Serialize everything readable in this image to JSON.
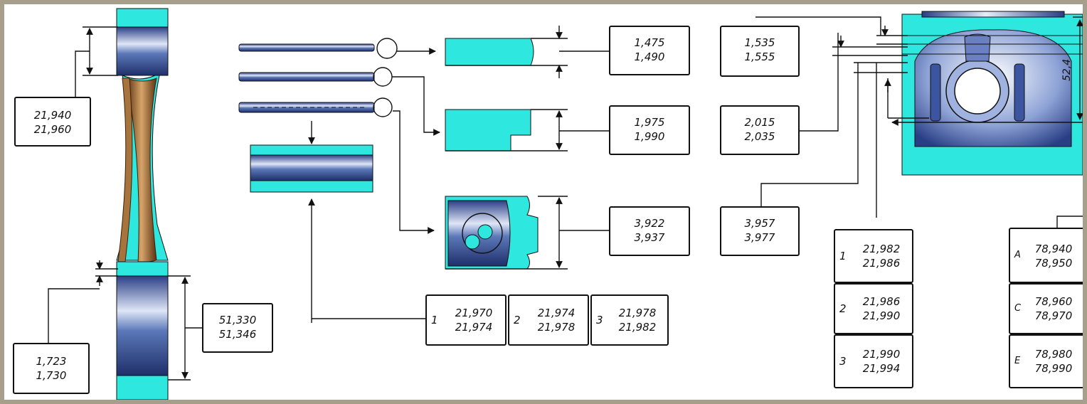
{
  "rod": {
    "small_end_bore": [
      "21,940",
      "21,960"
    ],
    "big_end_bore": [
      "51,330",
      "51,346"
    ],
    "big_end_width_gap": [
      "1,723",
      "1,730"
    ]
  },
  "rings": {
    "ring1_height": [
      "1,475",
      "1,490"
    ],
    "ring2_height": [
      "1,975",
      "1,990"
    ],
    "ring3_height": [
      "3,922",
      "3,937"
    ]
  },
  "pin_classes": [
    {
      "num": "1",
      "values": [
        "21,970",
        "21,974"
      ]
    },
    {
      "num": "2",
      "values": [
        "21,974",
        "21,978"
      ]
    },
    {
      "num": "3",
      "values": [
        "21,978",
        "21,982"
      ]
    }
  ],
  "grooves": {
    "groove1": [
      "1,535",
      "1,555"
    ],
    "groove2": [
      "2,015",
      "2,035"
    ],
    "groove3": [
      "3,957",
      "3,977"
    ]
  },
  "piston_pin_bore_classes": [
    {
      "num": "1",
      "values": [
        "21,982",
        "21,986"
      ]
    },
    {
      "num": "2",
      "values": [
        "21,986",
        "21,990"
      ]
    },
    {
      "num": "3",
      "values": [
        "21,990",
        "21,994"
      ]
    }
  ],
  "piston_diameter_classes": [
    {
      "num": "A",
      "values": [
        "78,940",
        "78,950"
      ]
    },
    {
      "num": "C",
      "values": [
        "78,960",
        "78,970"
      ]
    },
    {
      "num": "E",
      "values": [
        "78,980",
        "78,990"
      ]
    }
  ],
  "piston_height": "52,4",
  "colors": {
    "part": "#2ee8e0",
    "steel": "#3a5a9c",
    "rod_web": "#8a5a2b"
  }
}
